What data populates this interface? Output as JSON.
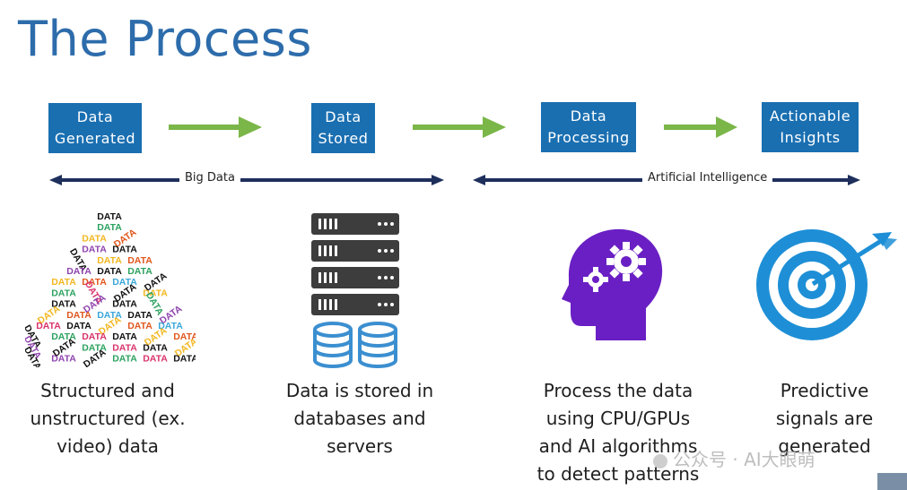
{
  "title": "The Process",
  "stages": [
    {
      "line1": "Data",
      "line2": "Generated"
    },
    {
      "line1": "Data",
      "line2": "Stored"
    },
    {
      "line1": "Data",
      "line2": "Processing"
    },
    {
      "line1": "Actionable",
      "line2": "Insights"
    }
  ],
  "ranges": {
    "big_data": "Big Data",
    "ai": "Artificial Intelligence"
  },
  "captions": [
    {
      "lines": [
        "Structured and",
        "unstructured (ex.",
        "video) data"
      ]
    },
    {
      "lines": [
        "Data is stored in",
        "databases and",
        "servers"
      ]
    },
    {
      "lines": [
        "Process the data",
        "using CPU/GPUs",
        "and AI algorithms",
        "to detect patterns"
      ]
    },
    {
      "lines": [
        "Predictive",
        "signals are",
        "generated"
      ]
    }
  ],
  "icons": {
    "data_word": "DATA",
    "data_triangle": "data-word-cloud-icon",
    "server": "server-rack-icon",
    "head": "head-gears-icon",
    "target": "target-arrow-icon"
  },
  "colors": {
    "title": "#2d6cab",
    "stage_bg": "#1a6fb1",
    "arrow_green": "#7ab648",
    "axis_navy": "#1e2f5c",
    "server_dark": "#3d3d3d",
    "database_blue": "#3b8fd0",
    "head_purple": "#6a1fc4",
    "target_blue": "#1e8fd6"
  },
  "watermark": {
    "text": "公众号 · AI大眼萌"
  }
}
